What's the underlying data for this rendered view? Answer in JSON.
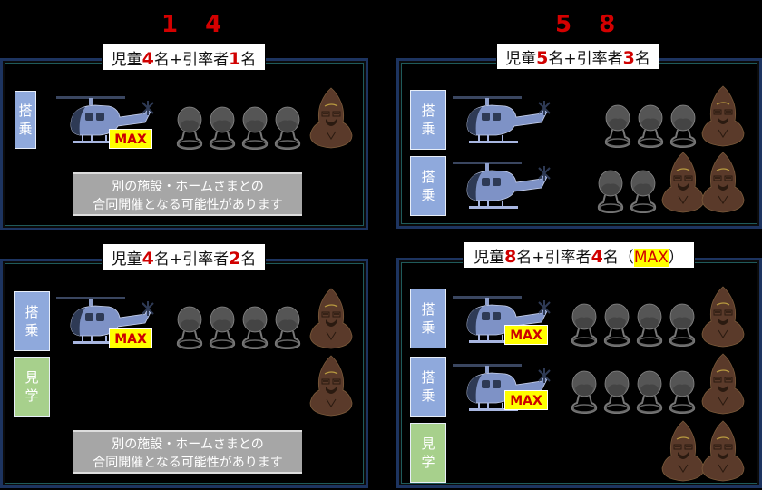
{
  "headings": {
    "left": "1　4",
    "right": "5　8"
  },
  "labels": {
    "board": [
      "搭",
      "乗"
    ],
    "watch": [
      "見",
      "学"
    ],
    "max": "MAX"
  },
  "panels": {
    "top_left": {
      "title": {
        "pre": "児童",
        "children": "4",
        "mid": "名+引率者",
        "adults": "1",
        "post": "名"
      },
      "note": [
        "別の施設・ホームさまとの",
        "合同開催となる可能性があります"
      ]
    },
    "top_right": {
      "title": {
        "pre": "児童",
        "children": "5",
        "mid": "名+引率者",
        "adults": "3",
        "post": "名"
      }
    },
    "bottom_left": {
      "title": {
        "pre": "児童",
        "children": "4",
        "mid": "名+引率者",
        "adults": "2",
        "post": "名"
      },
      "note": [
        "別の施設・ホームさまとの",
        "合同開催となる可能性があります"
      ]
    },
    "bottom_right": {
      "title": {
        "pre": "児童",
        "children": "8",
        "mid": "名+引率者",
        "adults": "4",
        "post": "名（",
        "max": "MAX",
        "close": "）"
      }
    }
  },
  "colors": {
    "accent_red": "#d00000",
    "board_blue": "#8fa9dc",
    "watch_green": "#a7d08c",
    "max_yellow": "#ffff00",
    "child_gray": "#555555",
    "adult_brown": "#5a3a2a",
    "panel_border": "#1d3460",
    "note_gray": "#a6a6a6"
  }
}
